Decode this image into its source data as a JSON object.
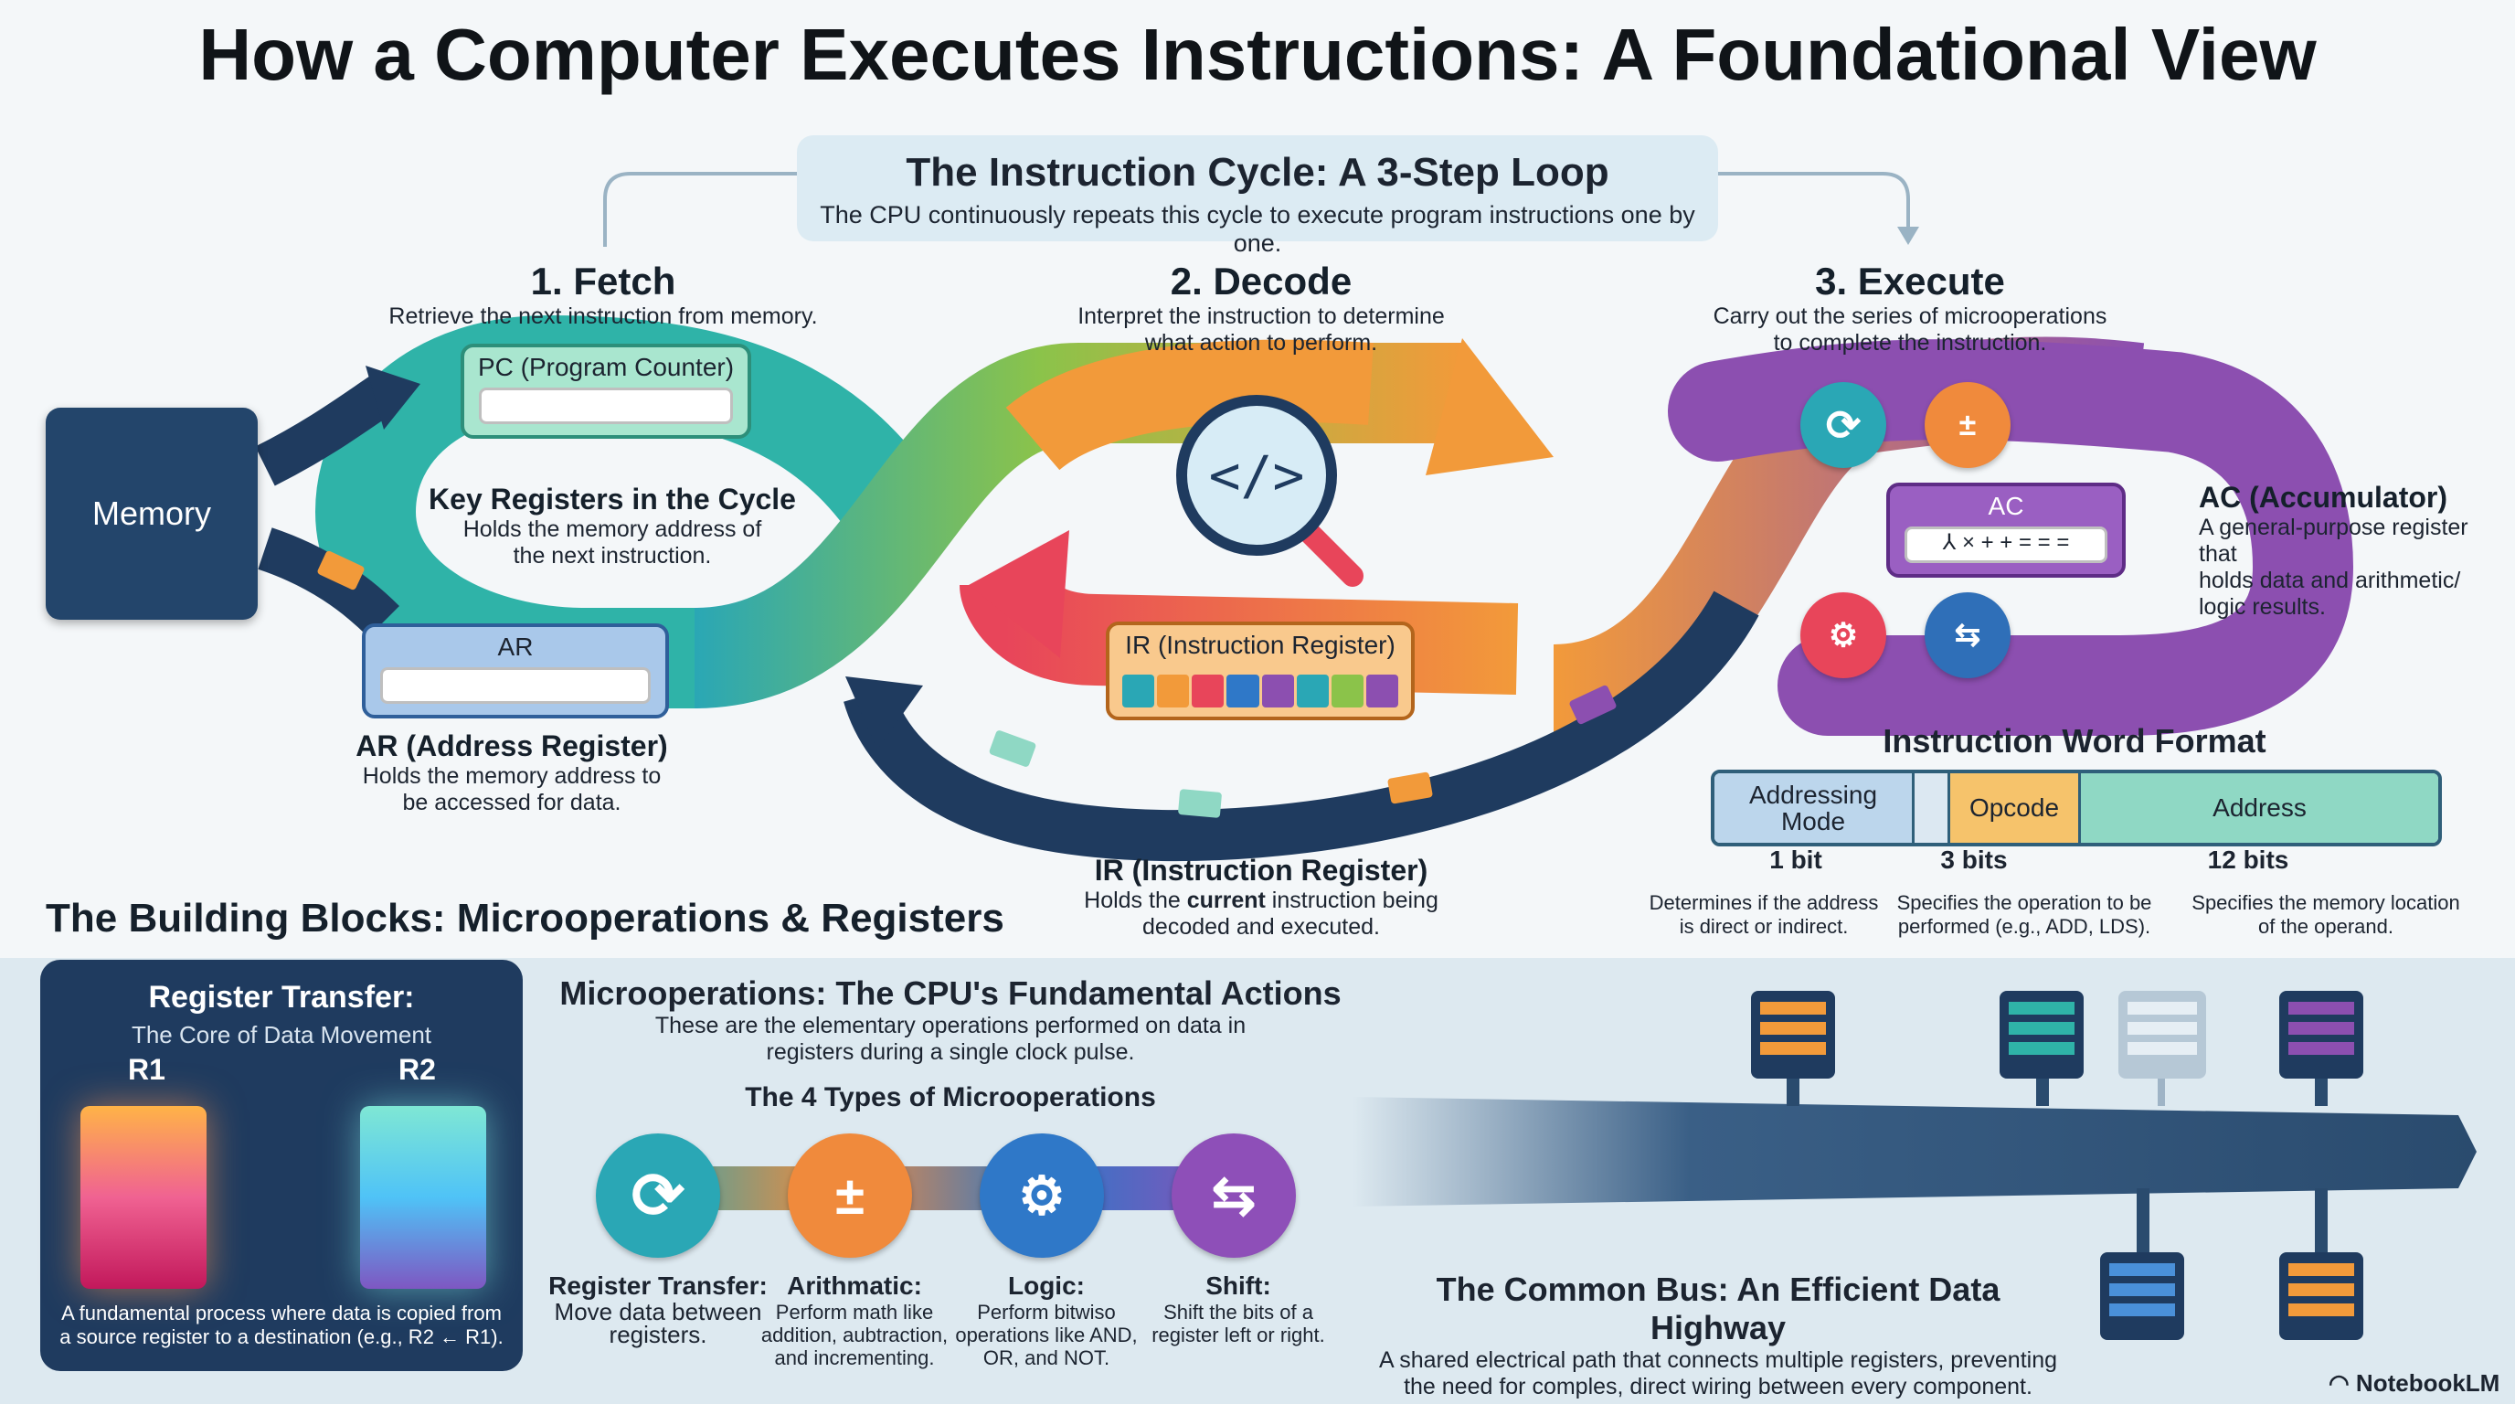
{
  "title": "How a Computer Executes Instructions: A Foundational View",
  "cycle": {
    "title": "The Instruction Cycle: A 3-Step Loop",
    "subtitle": "The CPU continuously repeats this cycle to execute program instructions one by one."
  },
  "steps": {
    "fetch": {
      "title": "1. Fetch",
      "desc": "Retrieve the next instruction from memory."
    },
    "decode": {
      "title": "2. Decode",
      "desc_line1": "Interpret the instruction to determine",
      "desc_line2": "what action to perform."
    },
    "execute": {
      "title": "3. Execute",
      "desc_line1": "Carry out the series of microoperations",
      "desc_line2": "to complete the instruction."
    }
  },
  "memory": {
    "label": "Memory"
  },
  "registers": {
    "pc": {
      "label": "PC (Program Counter)"
    },
    "key_title": "Key Registers in the Cycle",
    "key_desc_line1": "Holds the memory address of",
    "key_desc_line2": "the next instruction.",
    "ar": {
      "label": "AR",
      "title": "AR (Address Register)",
      "desc_line1": "Holds the memory address to",
      "desc_line2": "be accessed for data."
    },
    "ir": {
      "label": "IR (Instruction Register)",
      "title": "IR (Instruction Register)",
      "desc_pre": "Holds the ",
      "desc_bold": "current",
      "desc_post": " instruction being",
      "desc_line2": "decoded and executed."
    },
    "ac": {
      "label": "AC",
      "value": "⅄ × + + = = =",
      "title": "AC (Accumulator)",
      "desc_line1": "A general-purpose register that",
      "desc_line2": "holds data and arithmetic/",
      "desc_line3": "logic results."
    }
  },
  "instruction_word": {
    "title": "Instruction Word Format",
    "fields": [
      {
        "label": "Addressing Mode",
        "bits": "1 bit",
        "desc_line1": "Determines if the address",
        "desc_line2": "is direct or indirect.",
        "color": "#bcd6ec"
      },
      {
        "label": "Opcode",
        "bits": "3 bits",
        "desc_line1": "Specifies the operation to be",
        "desc_line2": "performed (e.g., ADD, LDS).",
        "color": "#f6c36b"
      },
      {
        "label": "Address",
        "bits": "12 bits",
        "desc_line1": "Specifies the memory location",
        "desc_line2": "of the operand.",
        "color": "#8fd8c4"
      }
    ]
  },
  "building_blocks": {
    "title": "The Building Blocks: Microoperations & Registers"
  },
  "register_transfer": {
    "title": "Register Transfer:",
    "subtitle": "The Core of Data Movement",
    "r1": "R1",
    "r2": "R2",
    "desc_line1": "A fundamental process where data is copied from",
    "desc_line2": "a source register to a destination (e.g., R2 ← R1)."
  },
  "microops": {
    "title": "Microoperations: The CPU's Fundamental Actions",
    "desc_line1": "These are the elementary operations performed on data in",
    "desc_line2": "registers during a single clock pulse.",
    "types_title": "The 4 Types of Microoperations",
    "types": [
      {
        "name": "Register Transfer:",
        "l1": "Move data between",
        "l2": "registers.",
        "l3": "",
        "color": "#2aa7b5",
        "icon": "refresh-icon"
      },
      {
        "name": "Arithmatic:",
        "l1": "Perform math like",
        "l2": "addition, aubtraction,",
        "l3": "and incrementing.",
        "color": "#f08a3c",
        "icon": "plus-minus-icon"
      },
      {
        "name": "Logic:",
        "l1": "Perform bitwiso",
        "l2": "operations like AND,",
        "l3": "OR, and NOT.",
        "color": "#2f78c8",
        "icon": "gear-logic-icon"
      },
      {
        "name": "Shift:",
        "l1": "Shift the bits of a",
        "l2": "register left or right.",
        "l3": "",
        "color": "#8e4fb8",
        "icon": "shift-arrows-icon"
      }
    ]
  },
  "bus": {
    "title": "The Common Bus: An Efficient Data Highway",
    "desc_line1": "A shared electrical path that connects multiple registers, preventing",
    "desc_line2": "the need for comples, direct wiring between every component."
  },
  "brand": "NotebookLM",
  "colors": {
    "teal": "#2fb3a8",
    "orange": "#f29a3a",
    "purple": "#8c4fb0",
    "navy": "#1f3b5f",
    "blue": "#2f6fb8"
  }
}
